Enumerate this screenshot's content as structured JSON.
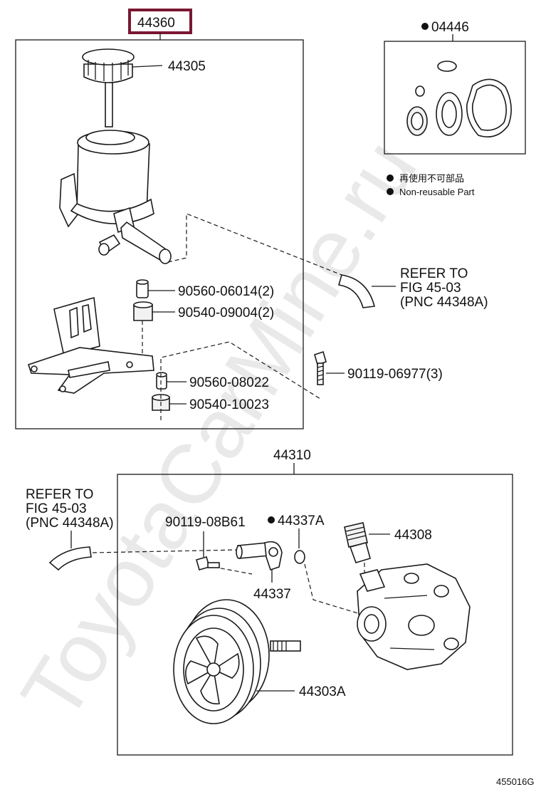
{
  "watermark": "ToyotaCarMine.ru",
  "diagram_code": "455016G",
  "colors": {
    "highlight": "#7a1732",
    "line": "#1a1a1a",
    "watermark": "#e9e9e9"
  },
  "legend": {
    "icon": "filled-circle-icon",
    "line1": "再使用不可部品",
    "line2": "Non-reusable Part"
  },
  "refer_text": {
    "line1": "REFER TO",
    "line2": "FIG 45-03",
    "line3": "(PNC 44348A)"
  },
  "parts": {
    "p44360": "44360",
    "p44305": "44305",
    "p04446": "04446",
    "p90560_06014": "90560-06014(2)",
    "p90540_09004": "90540-09004(2)",
    "p90560_08022": "90560-08022",
    "p90540_10023": "90540-10023",
    "p90119_06977": "90119-06977(3)",
    "p44310": "44310",
    "p90119_08B61": "90119-08B61",
    "p44337A": "44337A",
    "p44308": "44308",
    "p44337": "44337",
    "p44303A": "44303A"
  }
}
